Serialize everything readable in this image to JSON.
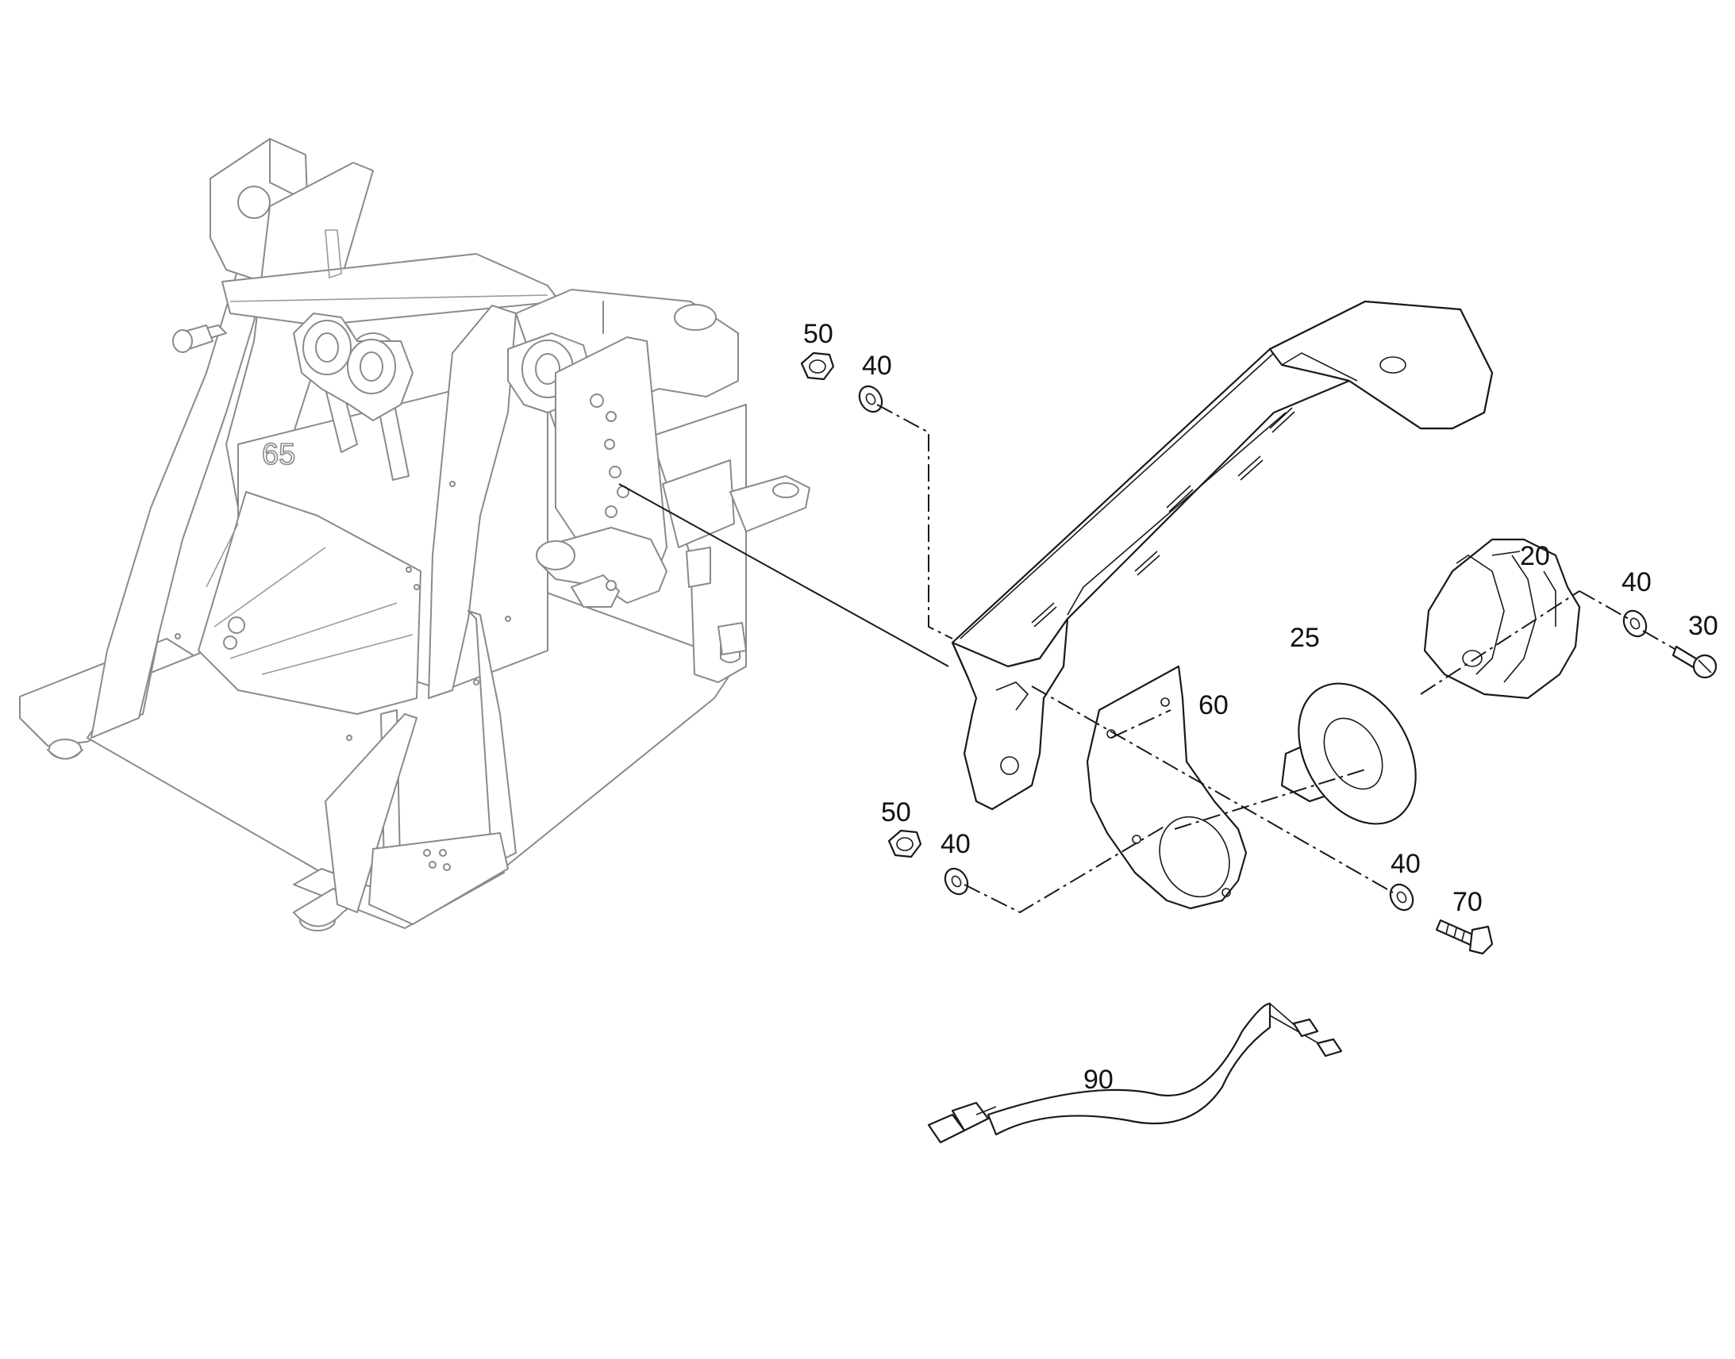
{
  "diagram": {
    "frame_marking": "65",
    "callouts": [
      {
        "id": "c50a",
        "label": "50"
      },
      {
        "id": "c40a",
        "label": "40"
      },
      {
        "id": "c20",
        "label": "20"
      },
      {
        "id": "c40b",
        "label": "40"
      },
      {
        "id": "c30",
        "label": "30"
      },
      {
        "id": "c25",
        "label": "25"
      },
      {
        "id": "c60",
        "label": "60"
      },
      {
        "id": "c50b",
        "label": "50"
      },
      {
        "id": "c40c",
        "label": "40"
      },
      {
        "id": "c40d",
        "label": "40"
      },
      {
        "id": "c70",
        "label": "70"
      },
      {
        "id": "c90",
        "label": "90"
      }
    ]
  }
}
